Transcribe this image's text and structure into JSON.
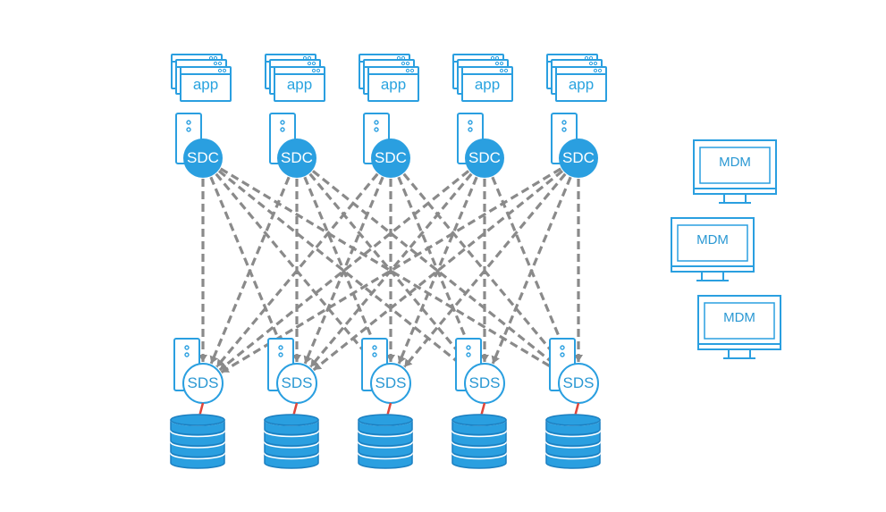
{
  "colors": {
    "blue": "#2a9fe0",
    "blue_dark": "#1c7fc0",
    "line_gray": "#8a8a8a",
    "link_red": "#e0463a",
    "white": "#ffffff"
  },
  "columns": [
    {
      "app": "app",
      "sdc": "SDC",
      "sds": "SDS"
    },
    {
      "app": "app",
      "sdc": "SDC",
      "sds": "SDS"
    },
    {
      "app": "app",
      "sdc": "SDC",
      "sds": "SDS"
    },
    {
      "app": "app",
      "sdc": "SDC",
      "sds": "SDS"
    },
    {
      "app": "app",
      "sdc": "SDC",
      "sds": "SDS"
    }
  ],
  "mdm": [
    "MDM",
    "MDM",
    "MDM"
  ],
  "connections": "full-mesh-sdc-to-sds"
}
